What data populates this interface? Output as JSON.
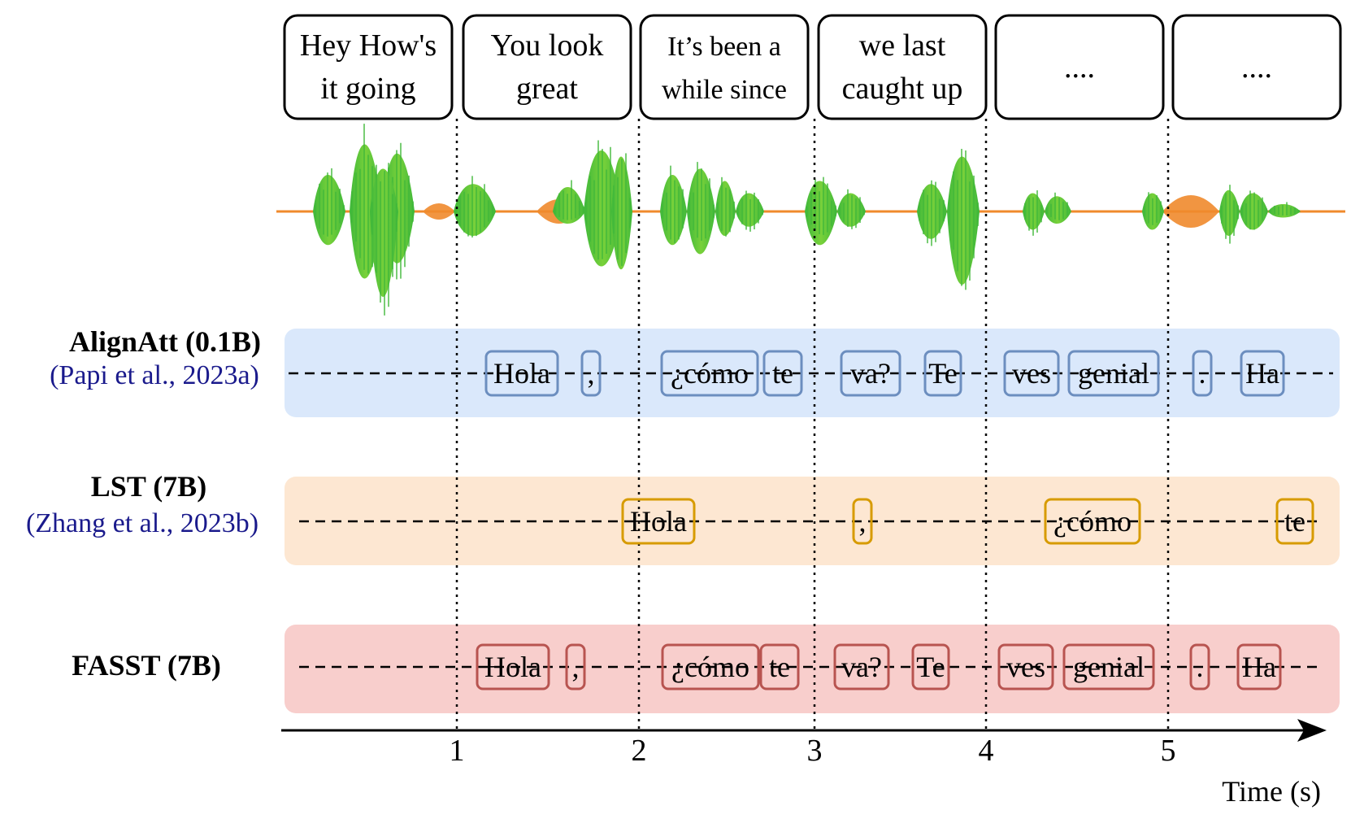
{
  "colors": {
    "alignatt_band": "#dae8fb",
    "alignatt_token": "#6c8ebf",
    "lst_band": "#fde7d2",
    "lst_token": "#d79b00",
    "fasst_band": "#f8cecc",
    "fasst_token": "#b85450",
    "wave_green": "#5cc23a",
    "wave_orange": "#f08a2c"
  },
  "segments": [
    {
      "lines": [
        "Hey How's",
        "it going"
      ],
      "small": false
    },
    {
      "lines": [
        "You look",
        "great"
      ],
      "small": false
    },
    {
      "lines": [
        "It’s been a",
        "while since"
      ],
      "small": true
    },
    {
      "lines": [
        "we last",
        "caught up"
      ],
      "small": false
    },
    {
      "lines": [
        "...."
      ],
      "small": false
    },
    {
      "lines": [
        "...."
      ],
      "small": false
    }
  ],
  "time_axis": {
    "label": "Time (s)",
    "ticks": [
      "1",
      "2",
      "3",
      "4",
      "5"
    ]
  },
  "rows": [
    {
      "id": "alignatt",
      "title": "AlignAtt (0.1B)",
      "citation": "(Papi et al., 2023a)",
      "tokens": [
        "Hola",
        ",",
        "¿cómo",
        "te",
        "va?",
        "Te",
        "ves",
        "genial",
        ".",
        "Ha"
      ]
    },
    {
      "id": "lst",
      "title": "LST (7B)",
      "citation": "(Zhang et al., 2023b)",
      "tokens": [
        "Hola",
        ",",
        "¿cómo",
        "te"
      ]
    },
    {
      "id": "fasst",
      "title": "FASST (7B)",
      "citation": "",
      "tokens": [
        "Hola",
        ",",
        "¿cómo",
        "te",
        "va?",
        "Te",
        "ves",
        "genial",
        ".",
        "Ha"
      ]
    }
  ]
}
